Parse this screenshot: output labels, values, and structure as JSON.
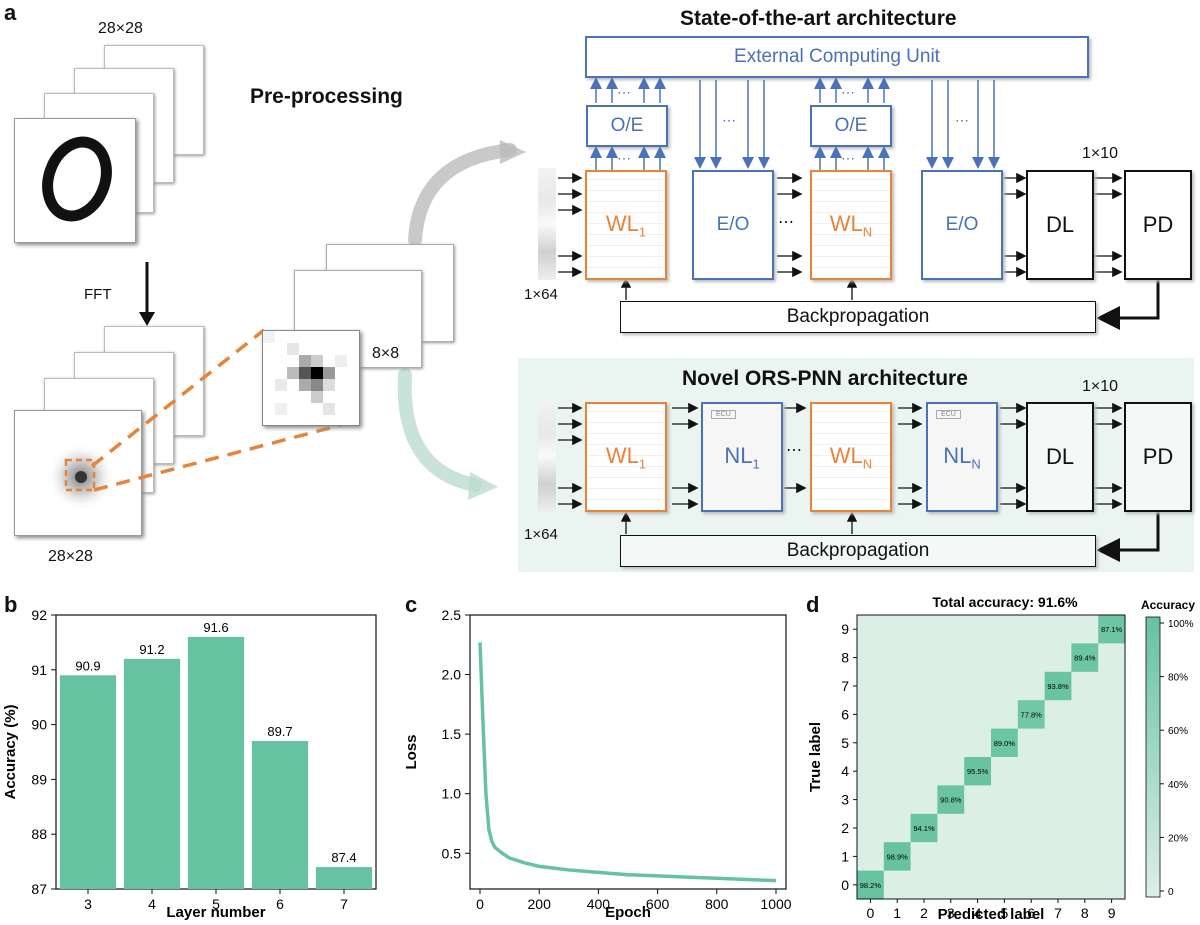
{
  "panels": {
    "a": "a",
    "b": "b",
    "c": "c",
    "d": "d"
  },
  "panel_a": {
    "size_top": "28×28",
    "preprocessing": "Pre-processing",
    "fft": "FFT",
    "size_bottom": "28×28",
    "size_small": "8×8",
    "sota_title": "State-of-the-art architecture",
    "ecu": "External Computing Unit",
    "oe": "O/E",
    "eo": "E/O",
    "wl1": "WL",
    "wl1_sub": "1",
    "wln": "WL",
    "wln_sub": "N",
    "dl": "DL",
    "pd": "PD",
    "out_size": "1×10",
    "in_size": "1×64",
    "backprop": "Backpropagation",
    "novel_title": "Novel ORS-PNN architecture",
    "nl1": "NL",
    "nl1_sub": "1",
    "nln": "NL",
    "nln_sub": "N",
    "ecu_small": "ECU",
    "dots": "⋯"
  },
  "chart_data": [
    {
      "type": "bar",
      "panel": "b",
      "categories": [
        "3",
        "4",
        "5",
        "6",
        "7"
      ],
      "values": [
        90.9,
        91.2,
        91.6,
        89.7,
        87.4
      ],
      "data_labels": [
        "90.9",
        "91.2",
        "91.6",
        "89.7",
        "87.4"
      ],
      "xlabel": "Layer number",
      "ylabel": "Accuracy (%)",
      "ylim": [
        87,
        92
      ],
      "yticks": [
        "87",
        "88",
        "89",
        "90",
        "91",
        "92"
      ],
      "color": "#66c2a0"
    },
    {
      "type": "line",
      "panel": "c",
      "x": [
        0,
        10,
        20,
        30,
        40,
        50,
        75,
        100,
        150,
        200,
        300,
        400,
        500,
        600,
        700,
        800,
        900,
        1000
      ],
      "y": [
        2.27,
        1.6,
        1.0,
        0.7,
        0.6,
        0.55,
        0.5,
        0.46,
        0.42,
        0.39,
        0.36,
        0.34,
        0.32,
        0.31,
        0.3,
        0.29,
        0.28,
        0.27
      ],
      "xlabel": "Epoch",
      "ylabel": "Loss",
      "xlim": [
        0,
        1000
      ],
      "ylim": [
        0.2,
        2.5
      ],
      "xticks": [
        "0",
        "200",
        "400",
        "600",
        "800",
        "1000"
      ],
      "yticks": [
        "0.5",
        "1.0",
        "1.5",
        "2.0",
        "2.5"
      ],
      "color": "#66c2a0"
    },
    {
      "type": "heatmap",
      "panel": "d",
      "title": "Total accuracy: 91.6%",
      "xlabel": "Predicted label",
      "ylabel": "True label",
      "x_categories": [
        "0",
        "1",
        "2",
        "3",
        "4",
        "5",
        "6",
        "7",
        "8",
        "9"
      ],
      "y_categories": [
        "0",
        "1",
        "2",
        "3",
        "4",
        "5",
        "6",
        "7",
        "8",
        "9"
      ],
      "diagonal_values": [
        98.2,
        98.9,
        94.1,
        90.8,
        95.5,
        89.0,
        77.8,
        93.8,
        89.4,
        87.1
      ],
      "diagonal_labels": [
        "98.2%",
        "98.9%",
        "94.1%",
        "90.8%",
        "95.5%",
        "89.0%",
        "77.8%",
        "93.8%",
        "89.4%",
        "87.1%"
      ],
      "colorbar_title": "Accuracy",
      "colorbar_ticks": [
        "0",
        "20%",
        "40%",
        "60%",
        "80%",
        "100%"
      ],
      "color_low": "#dcefe7",
      "color_high": "#66c2a0"
    }
  ]
}
